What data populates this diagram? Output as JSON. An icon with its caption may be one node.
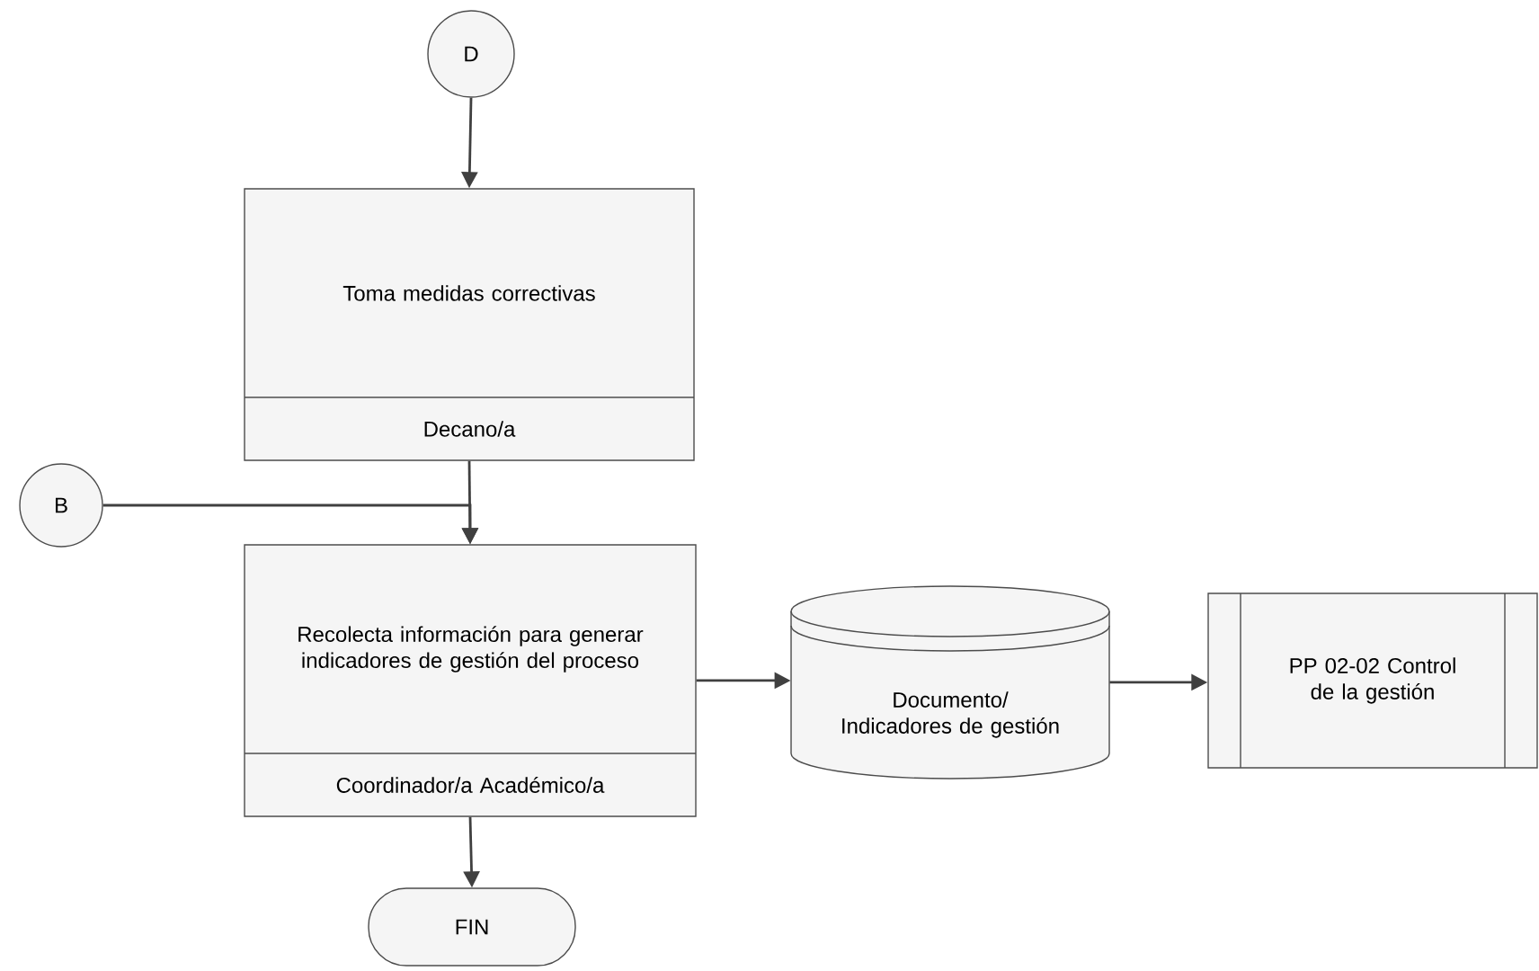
{
  "diagram": {
    "nodes": [
      {
        "text": [
          "D"
        ]
      },
      {
        "text": [
          "Toma medidas correctivas",
          "Decano/a"
        ]
      },
      {
        "text": [
          "B"
        ]
      },
      {
        "text": [
          "Recolecta información para generar indicadores de gestión del proceso",
          "Coordinador/a Académico/a"
        ]
      },
      {
        "text": [
          "FIN"
        ]
      },
      {
        "text": [
          "Documento/ Indicadores de gestión"
        ]
      },
      {
        "text": [
          "PP 02-02 Control de la gestión"
        ]
      }
    ],
    "edges": [
      {
        "from": 0,
        "to": 1,
        "arrow": "to"
      },
      {
        "from": 1,
        "to": 3,
        "arrow": "to"
      },
      {
        "from": 2,
        "to": 3,
        "arrow": "to"
      },
      {
        "from": 3,
        "to": 4,
        "arrow": "to"
      },
      {
        "from": 3,
        "to": 5,
        "arrow": "to"
      },
      {
        "from": 5,
        "to": 6,
        "arrow": "to"
      }
    ]
  }
}
